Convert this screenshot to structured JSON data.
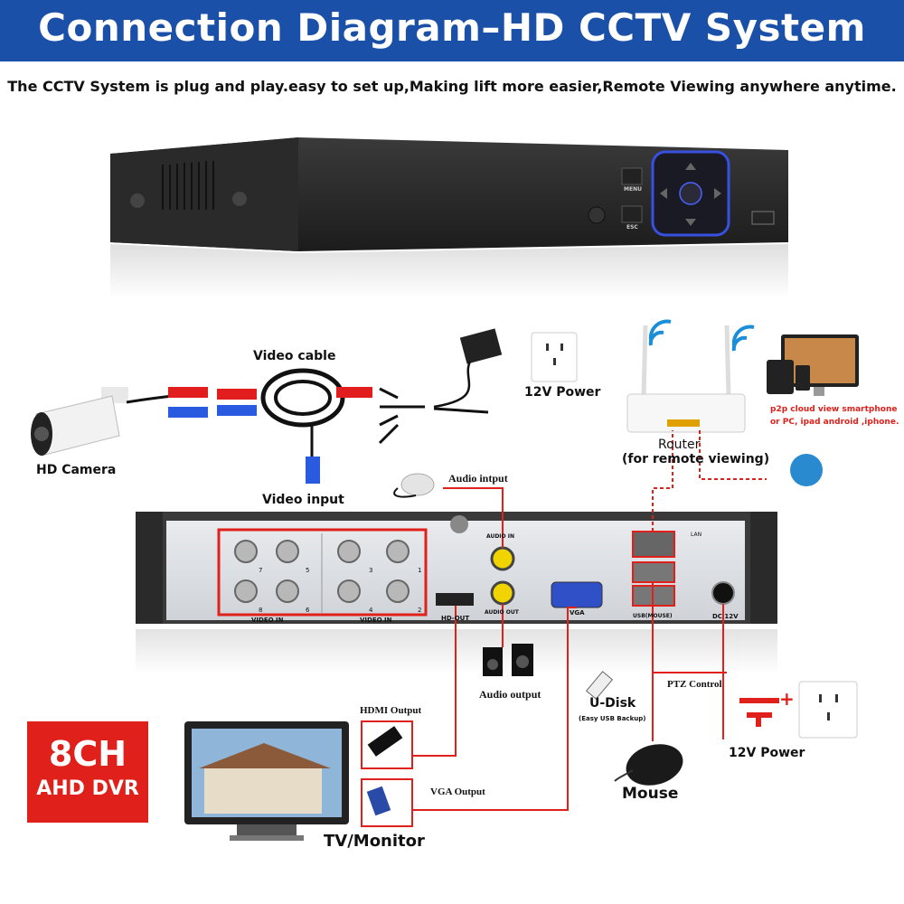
{
  "header": {
    "title": "Connection Diagram–HD CCTV System",
    "subtitle": "The CCTV System is plug and play.easy to set up,Making lift more easier,Remote Viewing anywhere anytime."
  },
  "dvr_front": {
    "menu_label": "MENU",
    "esc_label": "ESC"
  },
  "labels": {
    "video_cable": "Video cable",
    "power_12v_top": "12V Power",
    "hd_camera": "HD Camera",
    "video_input": "Video input",
    "audio_input": "Audio intput",
    "router": "Router",
    "router_note": "(for remote viewing)",
    "p2p_line1": "p2p cloud  view smartphone",
    "p2p_line2": "or PC, ipad android ,iphone.",
    "audio_output": "Audio output",
    "u_disk": "U-Disk",
    "u_disk_note": "(Easy USB Backup)",
    "ptz_control": "PTZ Control",
    "power_12v_bottom": "12V Power",
    "hdmi_output": "HDMI Output",
    "vga_output": "VGA Output",
    "mouse": "Mouse",
    "tv_monitor": "TV/Monitor"
  },
  "dvr_back": {
    "video_in_left": "VIDEO IN",
    "video_in_right": "VIDEO IN",
    "audio_in": "AUDIO IN",
    "audio_out": "AUDIO OUT",
    "hd_out": "HD-OUT",
    "vga": "VGA",
    "lan": "LAN",
    "usb": "USB(MOUSE)",
    "dc": "DC 12V",
    "channel_numbers": [
      "7",
      "5",
      "3",
      "1",
      "8",
      "6",
      "4",
      "2"
    ]
  },
  "badge": {
    "line1": "8CH",
    "line2": "AHD DVR"
  },
  "colors": {
    "banner": "#1b50a8",
    "accent_red": "#e0201a",
    "dvr_body": "#2b2b2b"
  }
}
